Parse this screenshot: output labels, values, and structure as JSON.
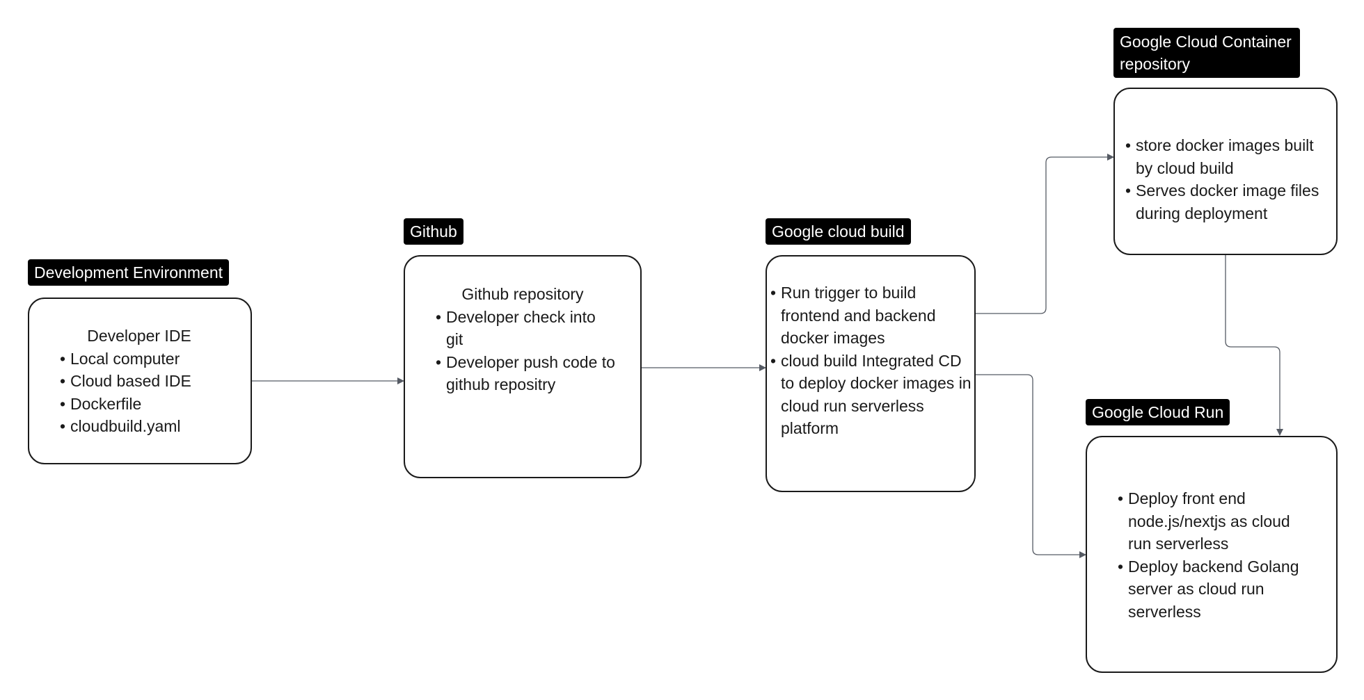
{
  "colors": {
    "tag_background": "#000000",
    "tag_text": "#ffffff",
    "node_border": "#1a1a1a",
    "edge": "#555a63",
    "page_background": "#ffffff"
  },
  "nodes": {
    "dev": {
      "tag": "Development Environment",
      "heading": "Developer IDE",
      "items": [
        "Local computer",
        "Cloud based IDE",
        "Dockerfile",
        "cloudbuild.yaml"
      ]
    },
    "github": {
      "tag": "Github",
      "heading": "Github repository",
      "items": [
        "Developer check into git",
        "Developer push code to github repositry"
      ]
    },
    "build": {
      "tag": "Google cloud build",
      "items": [
        "Run trigger to build frontend and backend docker images",
        "cloud build Integrated CD to deploy docker images in cloud run serverless platform"
      ]
    },
    "registry": {
      "tag": "Google Cloud Container repository",
      "items": [
        "store docker images built by cloud build",
        "Serves docker image files during deployment"
      ]
    },
    "run": {
      "tag": "Google Cloud Run",
      "items": [
        "Deploy front end node.js/nextjs as cloud run serverless",
        "Deploy backend Golang server as cloud run serverless"
      ]
    }
  },
  "edges": [
    {
      "from": "dev",
      "to": "github"
    },
    {
      "from": "github",
      "to": "build"
    },
    {
      "from": "build",
      "to": "registry"
    },
    {
      "from": "build",
      "to": "run"
    },
    {
      "from": "registry",
      "to": "run"
    }
  ]
}
